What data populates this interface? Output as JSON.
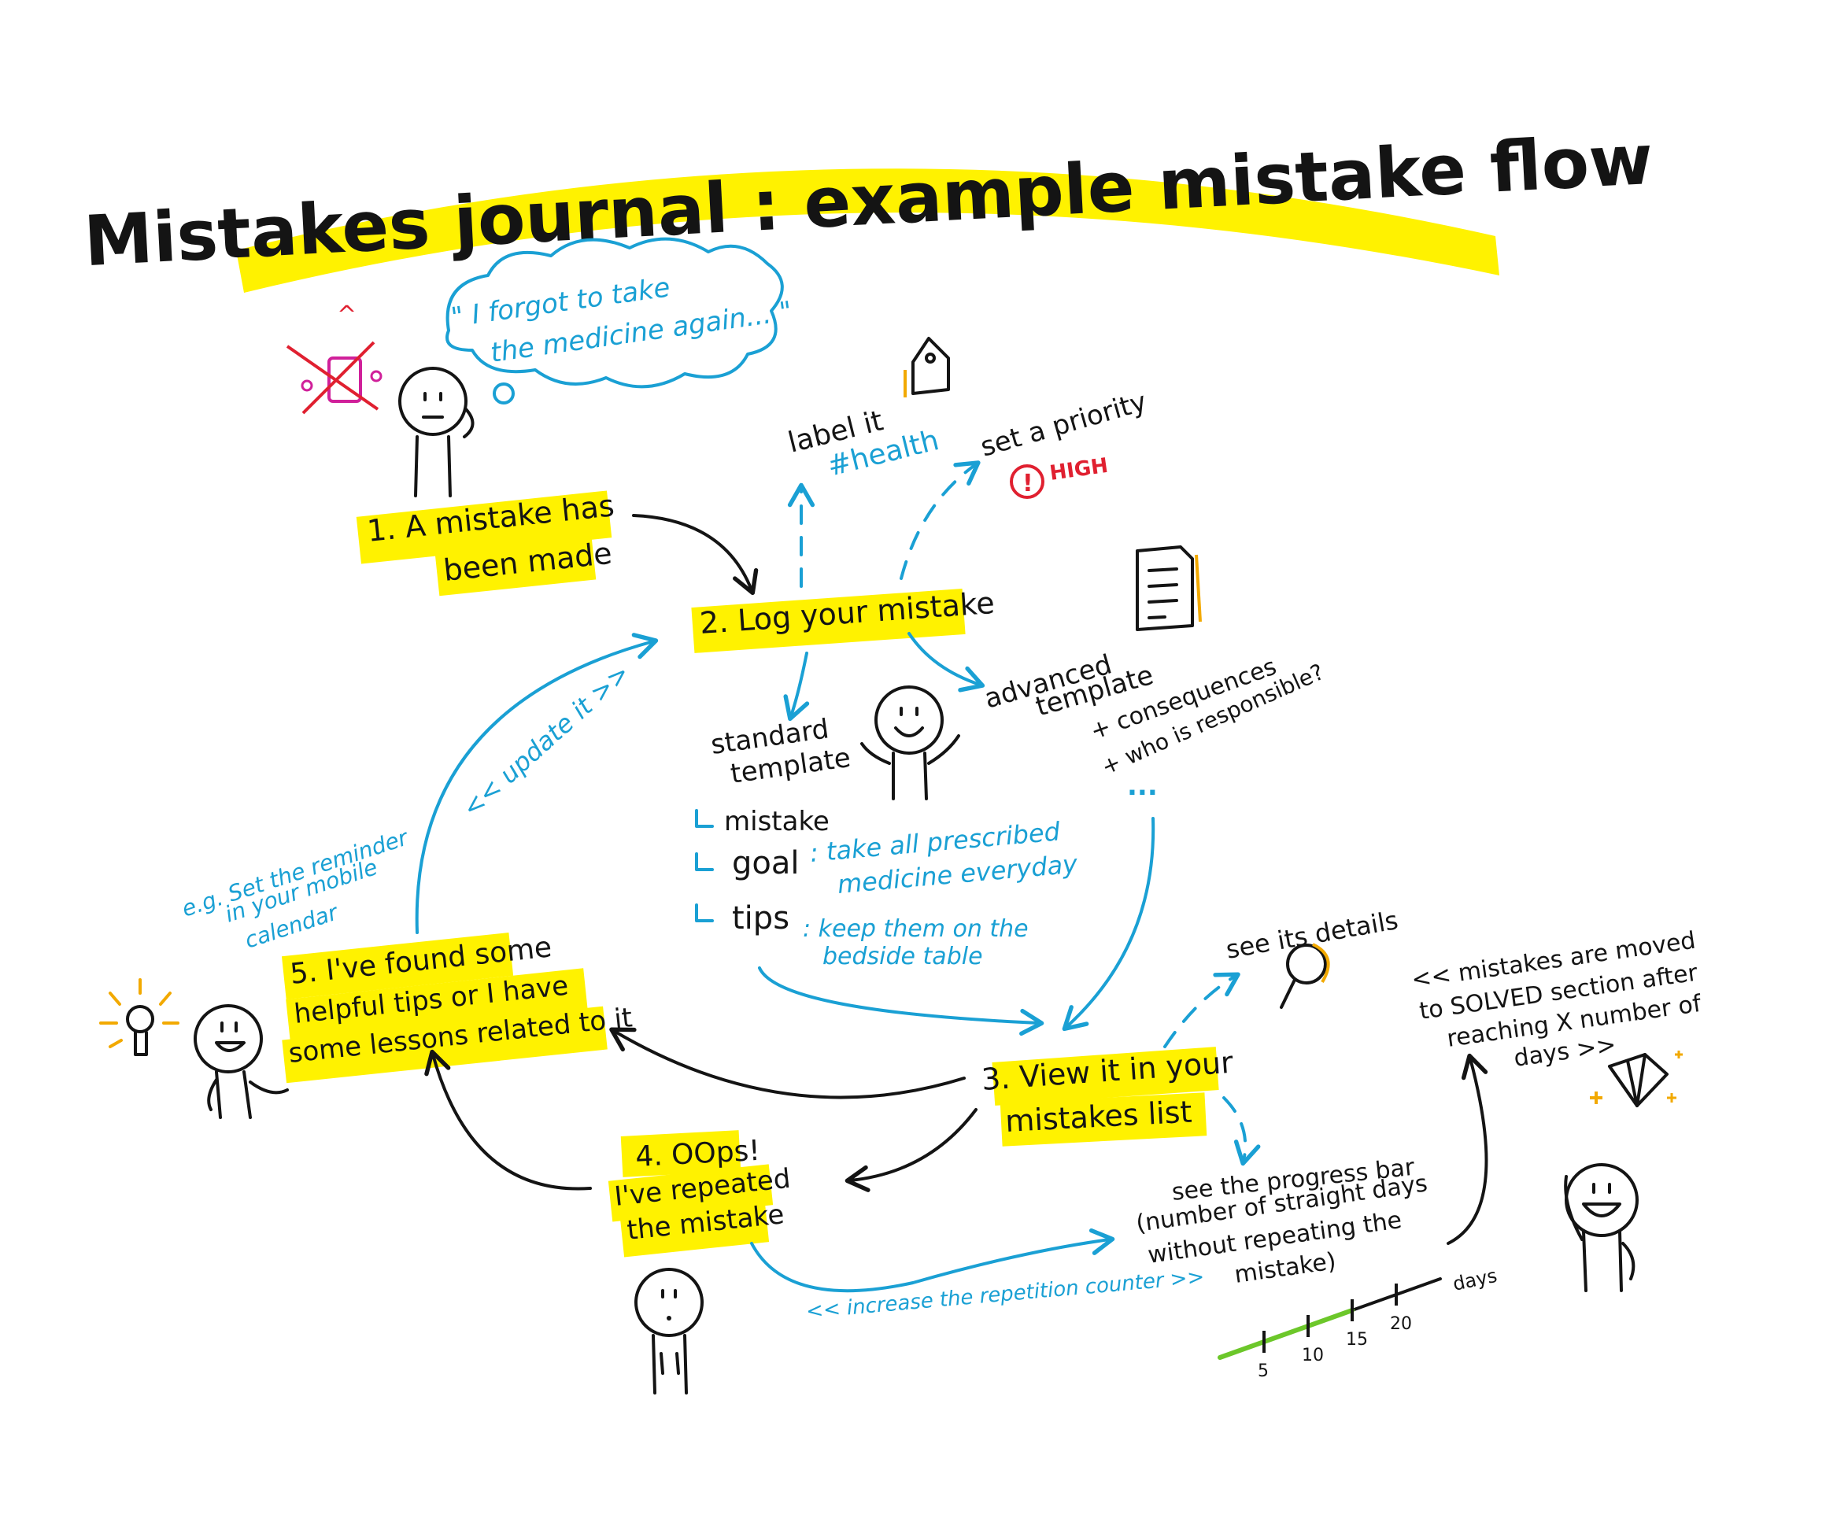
{
  "title": "Mistakes journal : example mistake flow",
  "colors": {
    "ink": "#141414",
    "blue": "#1aa0d4",
    "highlight": "#fff200",
    "red": "#e02030",
    "magenta": "#d0209a",
    "green": "#6cc72a",
    "orange": "#f2a900"
  },
  "thought": {
    "line1": "\" I forgot to take",
    "line2": "the medicine again... \"",
    "frown": "^"
  },
  "steps": {
    "s1": {
      "line1": "1. A mistake has",
      "line2": "been made"
    },
    "s2": {
      "line1": "2. Log your mistake"
    },
    "s3": {
      "line1": "3. View it in your",
      "line2": "mistakes list"
    },
    "s4": {
      "line1": "4. OOps!",
      "line2": "I've repeated",
      "line3": "the mistake"
    },
    "s5": {
      "line1": "5. I've found some",
      "line2": "helpful tips or I have",
      "line3": "some lessons related to it"
    }
  },
  "label_it": {
    "text": "label it",
    "tag": "#health"
  },
  "priority": {
    "text": "set a priority",
    "level": "HIGH",
    "mark": "!"
  },
  "standard_template": {
    "title1": "standard",
    "title2": "template",
    "mistake": "mistake",
    "goal_label": "goal",
    "goal_text1": ": take all prescribed",
    "goal_text2": "medicine everyday",
    "tips_label": "tips",
    "tips_text1": ": keep them on the",
    "tips_text2": "bedside table"
  },
  "advanced_template": {
    "title1": "advanced",
    "title2": "template",
    "item1": "+ consequences",
    "item2": "+ who is responsible?",
    "more": "..."
  },
  "see_details": "see its details",
  "solved_note": {
    "line1": "<< mistakes are moved",
    "line2": "to SOLVED section after",
    "line3": "reaching X number of",
    "line4": "days >>"
  },
  "update_note": "<< update it >>",
  "reminder_note": {
    "line1": "e.g. Set the reminder",
    "line2": "in your mobile",
    "line3": "calendar"
  },
  "progress": {
    "line1": "see the progress bar",
    "line2": "(number of straight days",
    "line3": "without repeating the",
    "line4": "mistake)",
    "axis_label": "days",
    "ticks": [
      "5",
      "10",
      "15",
      "20"
    ],
    "filled_days": 15
  },
  "repetition_note": "<< increase the repetition counter >>"
}
